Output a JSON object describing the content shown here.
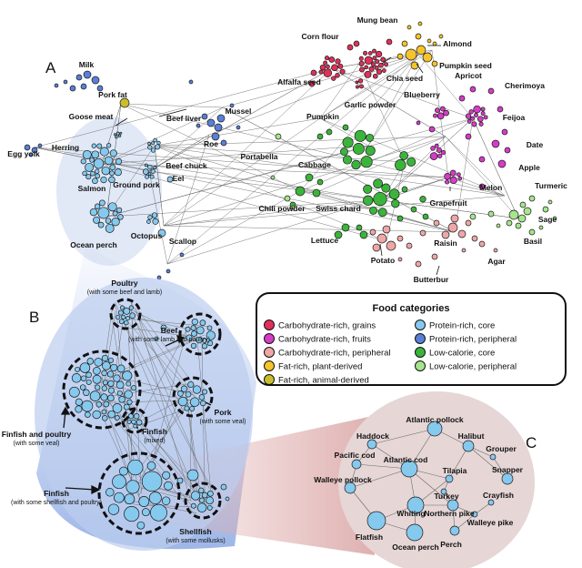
{
  "panels": {
    "a": "A",
    "b": "B",
    "c": "C"
  },
  "colors": {
    "grains": "#e0305a",
    "fruits": "#d63cc8",
    "carb_peripheral": "#eea7a7",
    "plant_fat": "#f4c42a",
    "animal_fat": "#c9bf2c",
    "protein_core": "#86c9ee",
    "protein_peripheral": "#5a7fd6",
    "lowcal_core": "#3cb43c",
    "lowcal_peripheral": "#a6e58c"
  },
  "legend": {
    "title": "Food categories",
    "items": [
      {
        "label": "Carbohydrate-rich, grains",
        "color": "#e0305a"
      },
      {
        "label": "Carbohydrate-rich, fruits",
        "color": "#d63cc8"
      },
      {
        "label": "Carbohydrate-rich, peripheral",
        "color": "#eea7a7"
      },
      {
        "label": "Fat-rich, plant-derived",
        "color": "#f4c42a"
      },
      {
        "label": "Fat-rich, animal-derived",
        "color": "#c9bf2c"
      },
      {
        "label": "Protein-rich, core",
        "color": "#86c9ee"
      },
      {
        "label": "Protein-rich, peripheral",
        "color": "#5a7fd6"
      },
      {
        "label": "Low-calorie, core",
        "color": "#3cb43c"
      },
      {
        "label": "Low-calorie, peripheral",
        "color": "#a6e58c"
      }
    ]
  },
  "panel_a_labels": {
    "milk": "Milk",
    "pork_fat": "Pork fat",
    "goose_meat": "Goose meat",
    "beef_liver": "Beef liver",
    "mussel": "Mussel",
    "egg_yolk": "Egg yolk",
    "herring": "Herring",
    "roe": "Roe",
    "beef_chuck": "Beef chuck",
    "eel": "Eel",
    "ground_pork": "Ground pork",
    "salmon": "Salmon",
    "ocean_perch": "Ocean perch",
    "octopus": "Octopus",
    "scallop": "Scallop",
    "corn_flour": "Corn flour",
    "mung_bean": "Mung bean",
    "almond": "Almond",
    "alfalfa_seed": "Alfalfa seed",
    "chia_seed": "Chia seed",
    "pumpkin_seed": "Pumpkin seed",
    "apricot": "Apricot",
    "blueberry": "Blueberry",
    "garlic_powder": "Garlic powder",
    "chermoya": "Cherimoya",
    "pumpkin": "Pumpkin",
    "feijoa": "Feijoa",
    "portabella": "Portabella",
    "cabbage": "Cabbage",
    "date": "Date",
    "apple": "Apple",
    "melon": "Melon",
    "turmeric": "Turmeric",
    "chili_powder": "Chili powder",
    "swiss_chard": "Swiss chard",
    "grapefruit": "Grapefruit",
    "sage": "Sage",
    "lettuce": "Lettuce",
    "raisin": "Raisin",
    "basil": "Basil",
    "potato": "Potato",
    "agar": "Agar",
    "butterbur": "Butterbur"
  },
  "panel_b_labels": {
    "poultry": "Poultry",
    "poultry_sub": "(with some beef and lamb)",
    "beef": "Beef",
    "beef_sub": "(with some lamb and poultry)",
    "finfish_poultry": "Finfish and poultry",
    "finfish_poultry_sub": "(with some veal)",
    "finfish_mixed": "Finfish",
    "finfish_mixed_sub": "(mixed)",
    "pork": "Pork",
    "pork_sub": "(with some veal)",
    "finfish": "Finfish",
    "finfish_sub": "(with some shellfish and poultry)",
    "shellfish": "Shellfish",
    "shellfish_sub": "(with some mollusks)"
  },
  "panel_c_labels": {
    "atlantic_pollock": "Atlantic pollock",
    "haddock": "Haddock",
    "halibut": "Halibut",
    "grouper": "Grouper",
    "pacific_cod": "Pacific cod",
    "atlantic_cod": "Atlantic cod",
    "tilapia": "Tilapia",
    "snapper": "Snapper",
    "walleye_pollock": "Walleye pollock",
    "turkey": "Turkey",
    "crayfish": "Crayfish",
    "whiting": "Whiting",
    "northern_pike": "Northern pike",
    "walleye_pike": "Walleye pike",
    "flatfish": "Flatfish",
    "ocean_perch": "Ocean perch",
    "perch": "Perch"
  }
}
